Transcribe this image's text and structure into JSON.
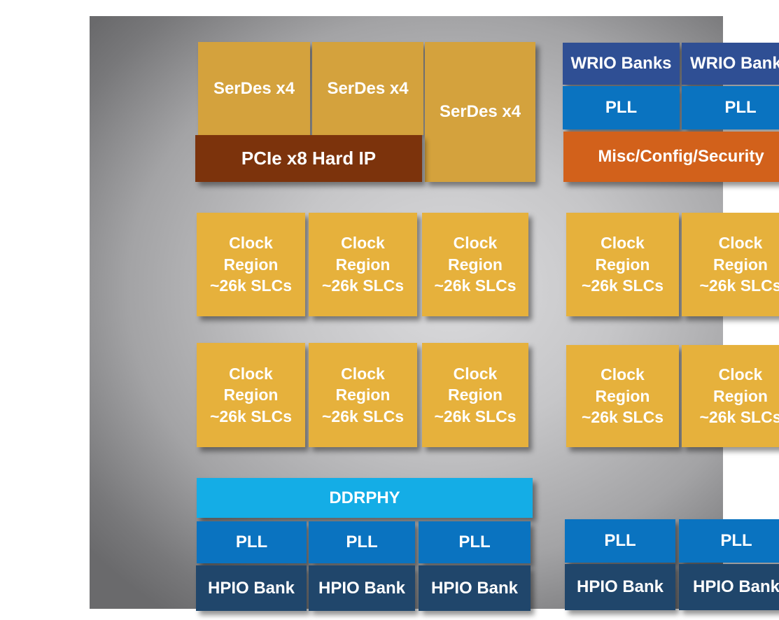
{
  "colors": {
    "page_background": "#ffffff",
    "die_background_center": "#dbdbdd",
    "die_background_edge": "#6a6a6c",
    "serdes_gold": "#d4a23d",
    "pcie_brown": "#7c330c",
    "wrio_dark_blue": "#2f4f94",
    "pll_blue": "#0a73c0",
    "misc_orange": "#d2611b",
    "clock_yellow": "#e6b13c",
    "ddrphy_cyan": "#14ade6",
    "hpio_navy": "#20466b",
    "label_text": "#ffffff"
  },
  "top_left": {
    "serdes": [
      {
        "label": "SerDes x4"
      },
      {
        "label": "SerDes x4"
      },
      {
        "label": "SerDes x4"
      }
    ],
    "pcie": {
      "label": "PCIe x8 Hard IP"
    }
  },
  "top_right": {
    "wrio": [
      {
        "label": "WRIO Banks"
      },
      {
        "label": "WRIO Banks"
      }
    ],
    "pll": [
      {
        "label": "PLL"
      },
      {
        "label": "PLL"
      }
    ],
    "misc": {
      "label": "Misc/Config/Security"
    }
  },
  "clock": {
    "row1_left": [
      {
        "label": "Clock\nRegion\n~26k SLCs"
      },
      {
        "label": "Clock\nRegion\n~26k SLCs"
      },
      {
        "label": "Clock\nRegion\n~26k SLCs"
      }
    ],
    "row1_right": [
      {
        "label": "Clock\nRegion\n~26k SLCs"
      },
      {
        "label": "Clock\nRegion\n~26k SLCs"
      }
    ],
    "row2_left": [
      {
        "label": "Clock\nRegion\n~26k SLCs"
      },
      {
        "label": "Clock\nRegion\n~26k SLCs"
      },
      {
        "label": "Clock\nRegion\n~26k SLCs"
      }
    ],
    "row2_right": [
      {
        "label": "Clock\nRegion\n~26k SLCs"
      },
      {
        "label": "Clock\nRegion\n~26k SLCs"
      }
    ]
  },
  "bottom_left": {
    "ddrphy": {
      "label": "DDRPHY"
    },
    "pll": [
      {
        "label": "PLL"
      },
      {
        "label": "PLL"
      },
      {
        "label": "PLL"
      }
    ],
    "hpio": [
      {
        "label": "HPIO Bank"
      },
      {
        "label": "HPIO Bank"
      },
      {
        "label": "HPIO Bank"
      }
    ]
  },
  "bottom_right": {
    "pll": [
      {
        "label": "PLL"
      },
      {
        "label": "PLL"
      }
    ],
    "hpio": [
      {
        "label": "HPIO Bank"
      },
      {
        "label": "HPIO Bank"
      }
    ]
  }
}
